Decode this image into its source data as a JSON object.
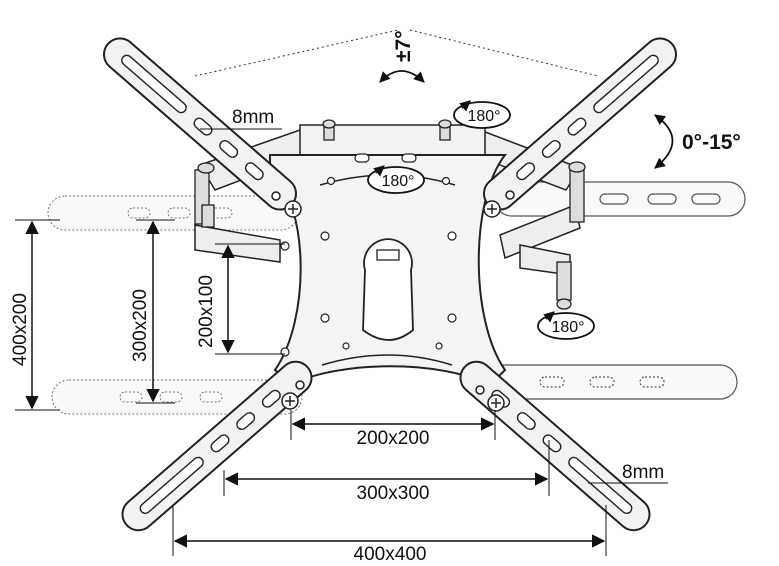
{
  "diagram": {
    "vesa": {
      "d200x200": "200x200",
      "d300x300": "300x300",
      "d400x400": "400x400",
      "d200x100": "200x100",
      "d300x200": "300x200",
      "d400x200": "400x200"
    },
    "thickness": {
      "top_left": "8mm",
      "bottom_right": "8mm"
    },
    "tilt": {
      "roll": "±7°",
      "pitch": "0°-15°"
    },
    "swivel": {
      "top_right": "180°",
      "center": "180°",
      "right": "180°"
    }
  }
}
